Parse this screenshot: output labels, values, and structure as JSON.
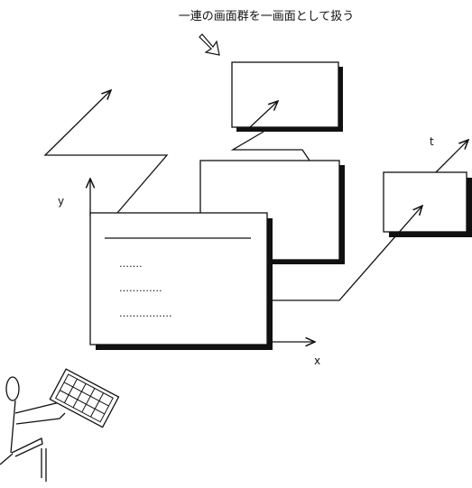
{
  "caption": "一連の画面群を一画面として扱う",
  "axis_labels": {
    "y": "y",
    "x": "x",
    "t": "t"
  },
  "document": {
    "rows": [
      {
        "text": "……."
      },
      {
        "text": "…………."
      },
      {
        "text": "……………."
      }
    ]
  },
  "icons": {
    "pointer": "hollow-arrow-icon",
    "user": "stick-figure-icon",
    "device": "keyboard-icon"
  },
  "colors": {
    "ink": "#111111",
    "paper": "#ffffff"
  }
}
